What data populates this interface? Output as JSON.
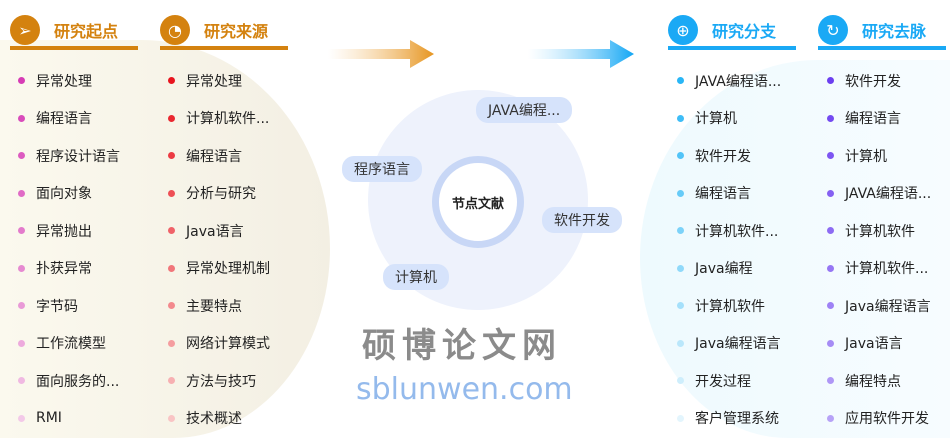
{
  "headers": [
    {
      "label": "研究起点",
      "color": "#d4820f"
    },
    {
      "label": "研究来源",
      "color": "#d4820f"
    },
    {
      "label": "研究分支",
      "color": "#1aa9f5"
    },
    {
      "label": "研究去脉",
      "color": "#1aa9f5"
    }
  ],
  "columns": [
    [
      "异常处理",
      "编程语言",
      "程序设计语言",
      "面向对象",
      "异常抛出",
      "扑获异常",
      "字节码",
      "工作流模型",
      "面向服务的...",
      "RMI"
    ],
    [
      "异常处理",
      "计算机软件...",
      "编程语言",
      "分析与研究",
      "Java语言",
      "异常处理机制",
      "主要特点",
      "网络计算模式",
      "方法与技巧",
      "技术概述"
    ],
    [
      "JAVA编程语...",
      "计算机",
      "软件开发",
      "编程语言",
      "计算机软件...",
      "Java编程",
      "计算机软件",
      "Java编程语言",
      "开发过程",
      "客户管理系统"
    ],
    [
      "软件开发",
      "编程语言",
      "计算机",
      "JAVA编程语...",
      "计算机软件",
      "计算机软件...",
      "Java编程语言",
      "Java语言",
      "编程特点",
      "应用软件开发"
    ]
  ],
  "dot_colors": [
    [
      "#d63cb5",
      "#f3c9e8"
    ],
    [
      "#e8141e",
      "#f9c4c4"
    ],
    [
      "#29b6f6",
      "#e3f5fd"
    ],
    [
      "#6c3ff0",
      "#b7a2f7"
    ]
  ],
  "center": {
    "label": "节点文献",
    "nodes": [
      "JAVA编程...",
      "程序语言",
      "软件开发",
      "计算机"
    ]
  },
  "watermark": {
    "cn": "硕博论文网",
    "en": "sblunwen.com"
  }
}
